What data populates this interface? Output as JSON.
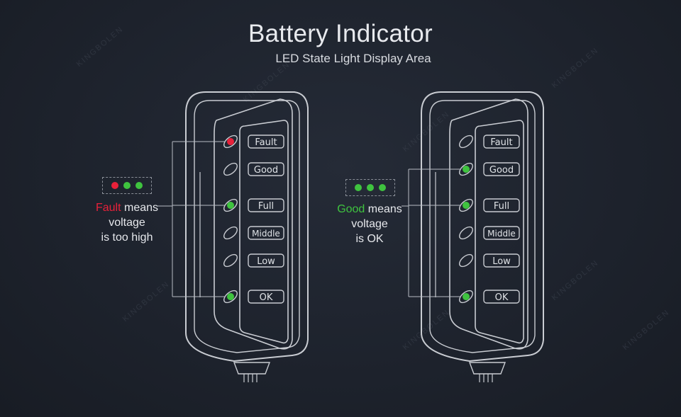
{
  "title": "Battery Indicator",
  "subtitle": "LED State Light Display Area",
  "watermark": "KINGBOLEN",
  "colors": {
    "red": "#e8213a",
    "green": "#3fc33f",
    "off": "#2a2f39"
  },
  "labels": [
    "Fault",
    "Good",
    "Full",
    "Middle",
    "Low",
    "OK"
  ],
  "panels": [
    {
      "leds": [
        "red",
        "off",
        "green",
        "off",
        "off",
        "green"
      ],
      "indicator_dots": [
        "red",
        "green",
        "green"
      ],
      "state_word": "Fault",
      "state_color": "red",
      "desc_line1": " means",
      "desc_line2": "voltage",
      "desc_line3": "is too high"
    },
    {
      "leds": [
        "off",
        "green",
        "green",
        "off",
        "off",
        "green"
      ],
      "indicator_dots": [
        "green",
        "green",
        "green"
      ],
      "state_word": "Good",
      "state_color": "green",
      "desc_line1": " means",
      "desc_line2": "voltage",
      "desc_line3": "is OK"
    }
  ]
}
